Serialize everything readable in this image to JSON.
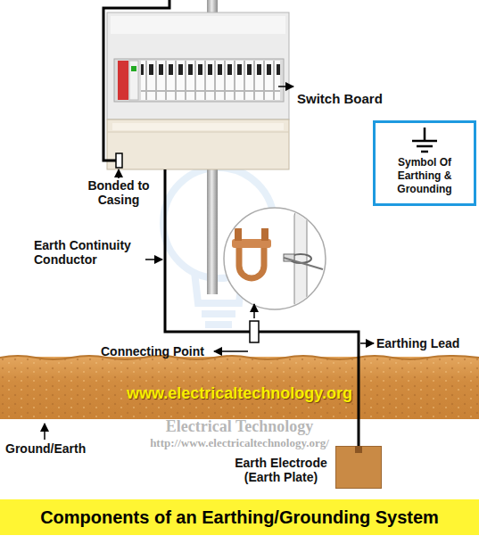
{
  "diagram": {
    "title": "Components of an Earthing/Grounding System",
    "nodes": [
      {
        "text": [
          "Switch Board"
        ]
      },
      {
        "text": [
          "Symbol Of Earthing & Grounding"
        ]
      },
      {
        "text": [
          "Earth Electrode (Earth Plate)"
        ]
      }
    ],
    "edges": [
      {
        "from": 0,
        "to": 2,
        "arrow": "none"
      }
    ],
    "labels": [
      "Bonded to Casing",
      "Earth Continuity Conductor",
      "Earthing Lead",
      "Connecting Point",
      "www.electricaltechnology.org",
      "Electrical Technology",
      "Ground/Earth",
      "http://www.electricaltechnology.org/"
    ]
  }
}
